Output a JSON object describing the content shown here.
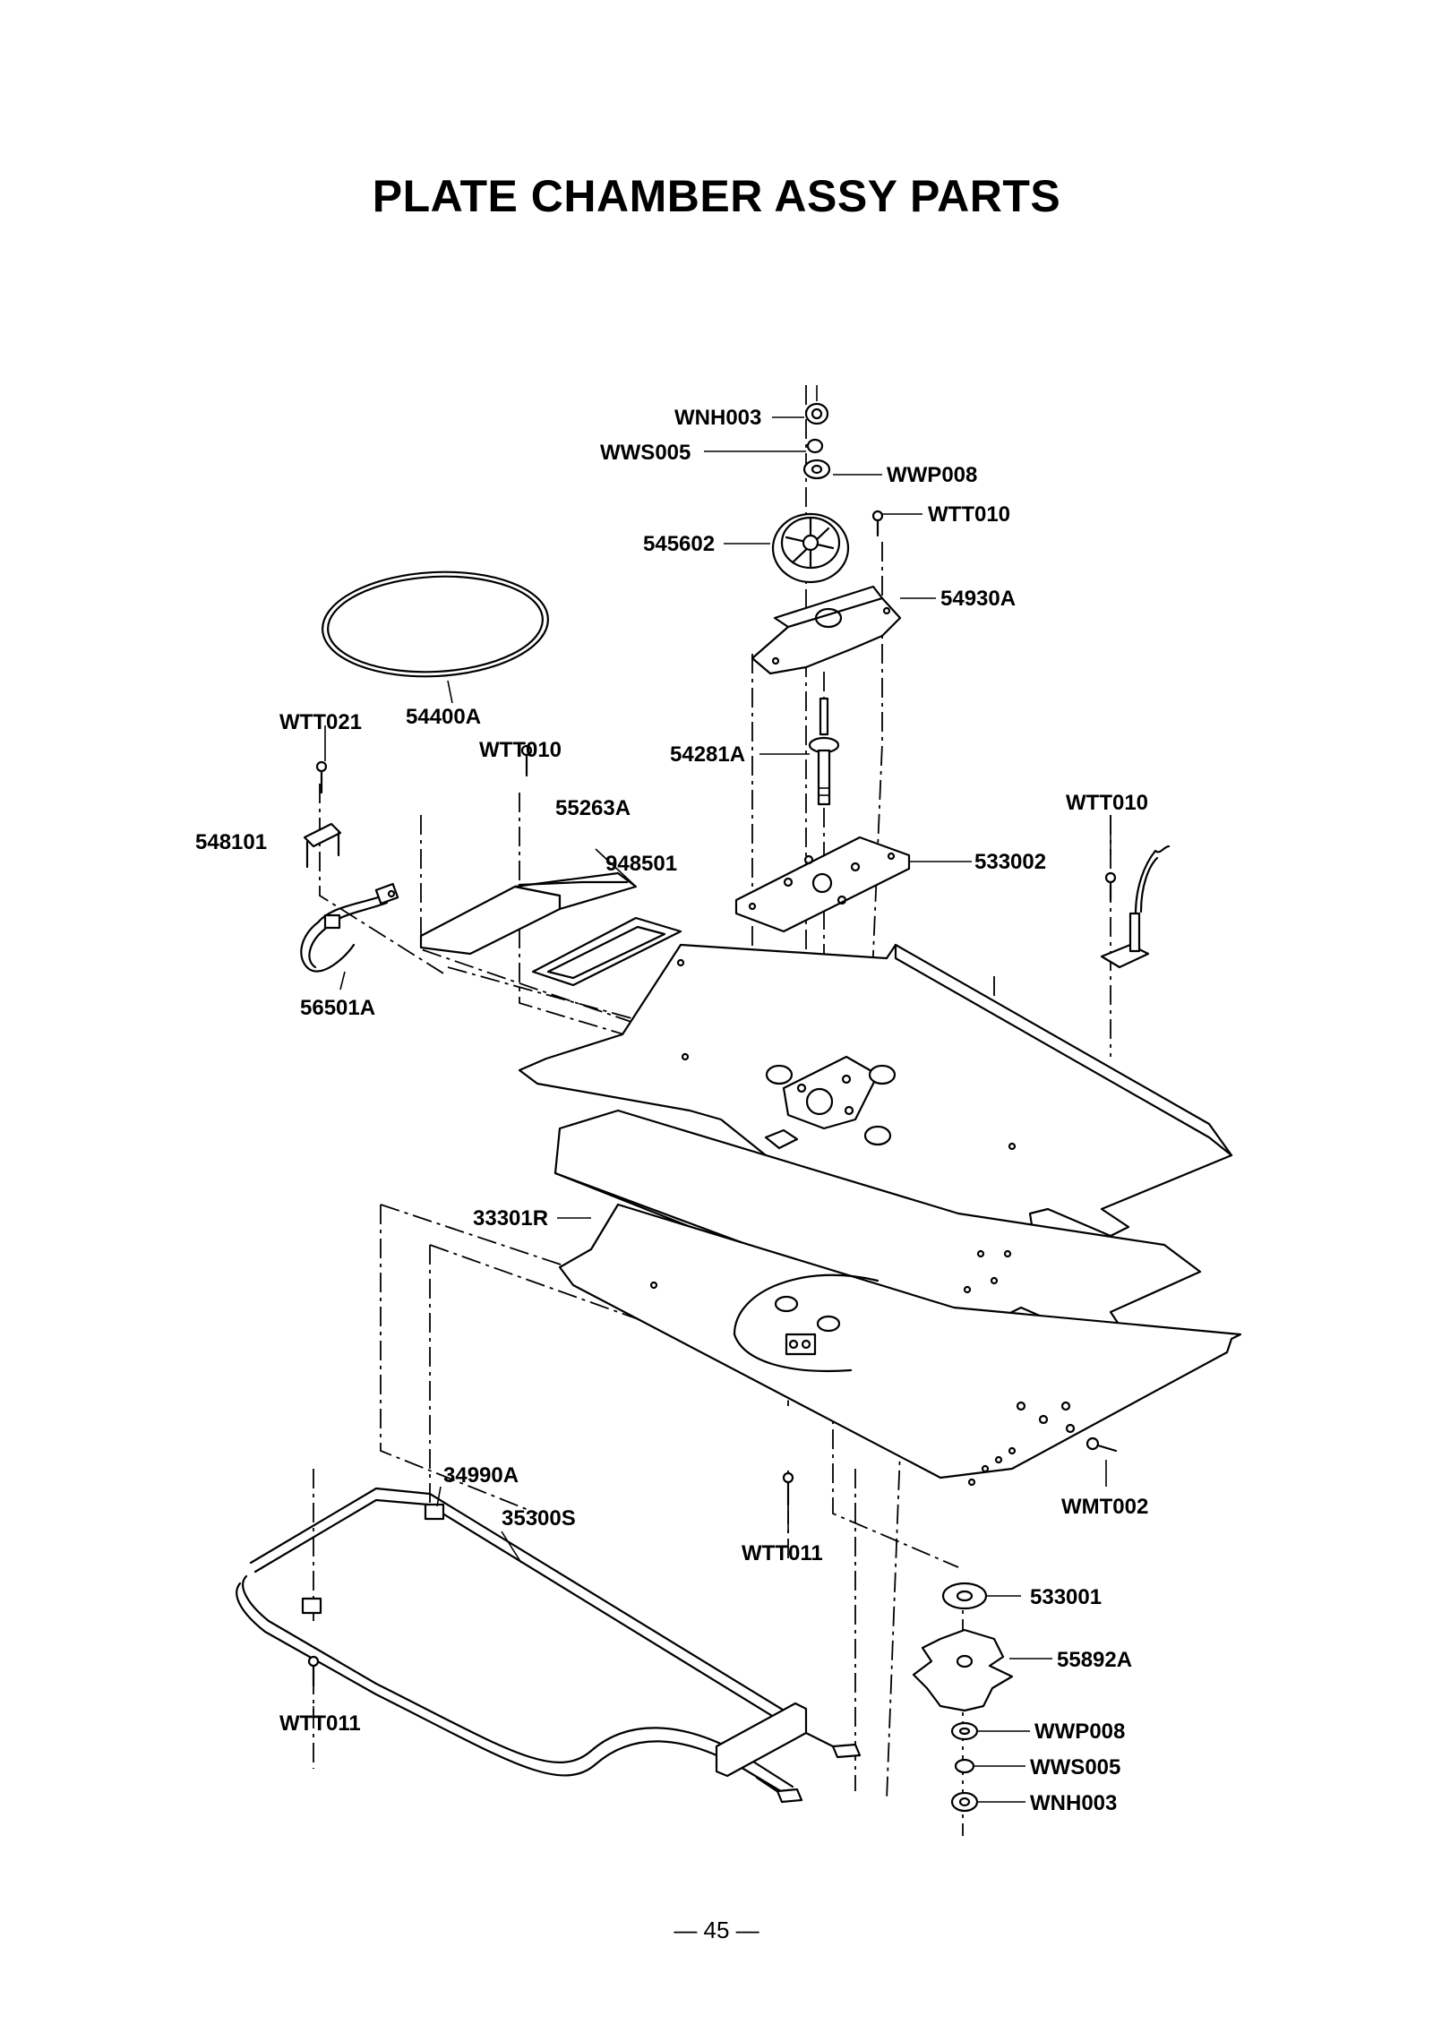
{
  "page": {
    "title": "PLATE CHAMBER ASSY PARTS",
    "page_number": "— 45 —"
  },
  "parts": {
    "wnh003_top": "WNH003",
    "wws005_top": "WWS005",
    "wwp008_top": "WWP008",
    "wtt010_a": "WTT010",
    "p545602": "545602",
    "p54930a": "54930A",
    "wtt021": "WTT021",
    "p54400a": "54400A",
    "wtt010_b": "WTT010",
    "p54281a": "54281A",
    "p548101": "548101",
    "p55263a": "55263A",
    "p948501": "948501",
    "wtt010_c": "WTT010",
    "p533002": "533002",
    "p56501a": "56501A",
    "p33301r": "33301R",
    "p34990a": "34990A",
    "p35300s": "35300S",
    "wtt011_a": "WTT011",
    "wmt002": "WMT002",
    "p533001": "533001",
    "p55892a": "55892A",
    "wwp008_bot": "WWP008",
    "wws005_bot": "WWS005",
    "wnh003_bot": "WNH003",
    "wtt011_b": "WTT011"
  }
}
